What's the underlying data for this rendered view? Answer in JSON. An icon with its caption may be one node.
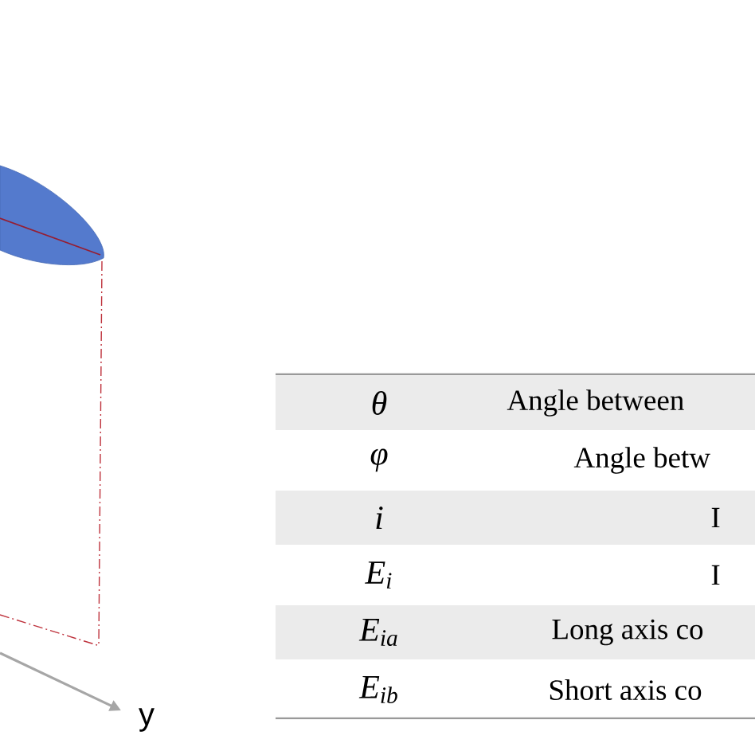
{
  "diagram": {
    "labels": [
      "y",
      "θ",
      "Angle between",
      "φ",
      "Angle betw",
      "i",
      "I",
      "E$_{i}$",
      "I",
      "E$_{ia}$",
      "Long axis co",
      "E$_{ib}$",
      "Short axis co"
    ]
  }
}
